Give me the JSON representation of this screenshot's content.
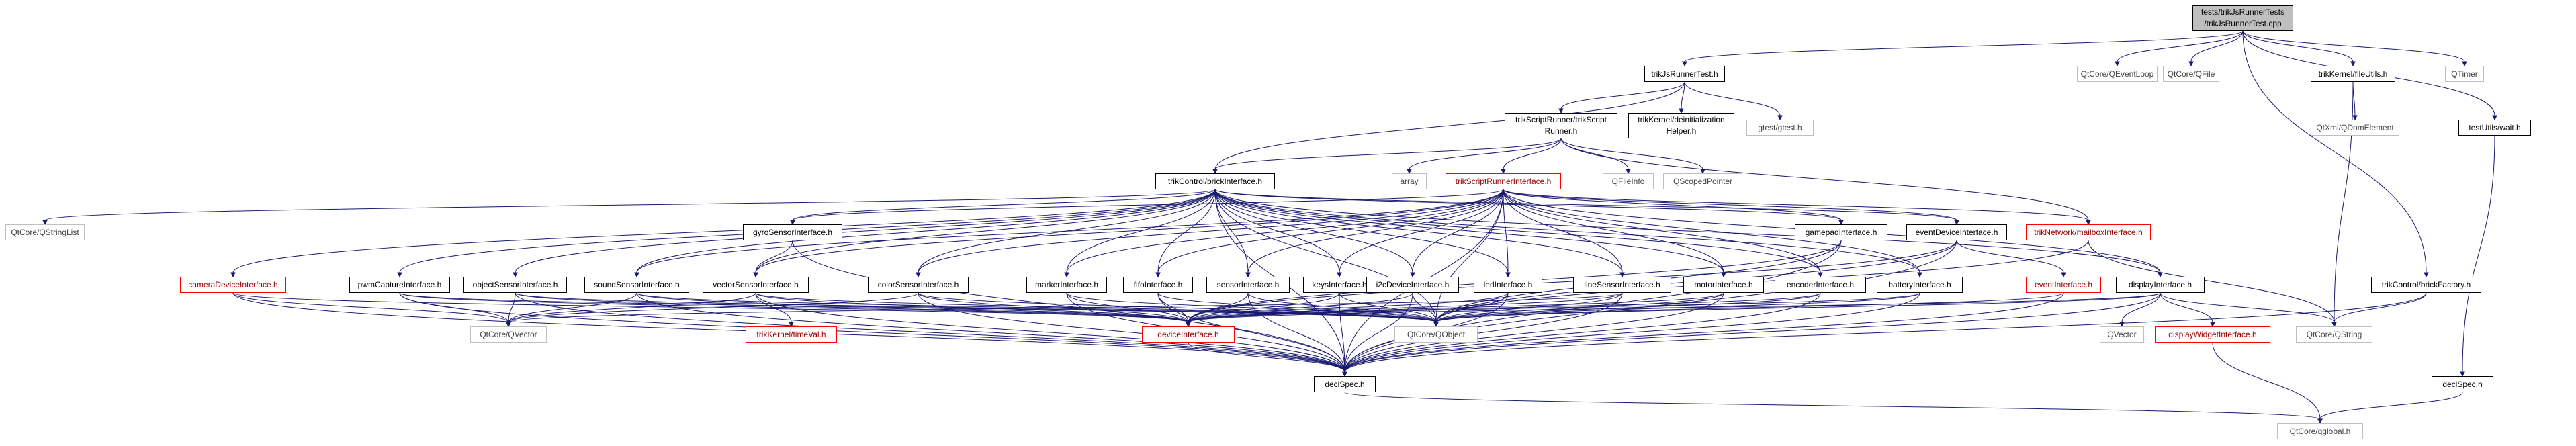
{
  "colors": {
    "edge": "#191970",
    "root_fill": "#bfbfbf",
    "internal_border": "#000000",
    "external_border": "#bfbfbf",
    "missing_border": "#ff0000"
  },
  "nodes": {
    "root": "tests/trikJsRunnerTests\n/trikJsRunnerTest.cpp",
    "trikJsRunnerTest": "trikJsRunnerTest.h",
    "qEventLoop": "QtCore/QEventLoop",
    "qFile": "QtCore/QFile",
    "fileUtils": "trikKernel/fileUtils.h",
    "qTimer": "QTimer",
    "scriptRunner": "trikScriptRunner/trikScript\nRunner.h",
    "deinitHelper": "trikKernel/deinitialization\nHelper.h",
    "gtest": "gtest/gtest.h",
    "qDomElement": "QtXml/QDomElement",
    "testUtilsWait": "testUtils/wait.h",
    "brickInterface": "trikControl/brickInterface.h",
    "array": "array",
    "scriptRunnerInterface": "trikScriptRunnerInterface.h",
    "qFileInfo": "QFileInfo",
    "qScopedPointer": "QScopedPointer",
    "qStringList": "QtCore/QStringList",
    "gyroSensor": "gyroSensorInterface.h",
    "gamepad": "gamepadInterface.h",
    "eventDevice": "eventDeviceInterface.h",
    "mailbox": "trikNetwork/mailboxInterface.h",
    "cameraDevice": "cameraDeviceInterface.h",
    "pwmCapture": "pwmCaptureInterface.h",
    "objectSensor": "objectSensorInterface.h",
    "soundSensor": "soundSensorInterface.h",
    "vectorSensor": "vectorSensorInterface.h",
    "colorSensor": "colorSensorInterface.h",
    "marker": "markerInterface.h",
    "fifo": "fifoInterface.h",
    "sensor": "sensorInterface.h",
    "keys": "keysInterface.h",
    "i2cDevice": "i2cDeviceInterface.h",
    "led": "ledInterface.h",
    "lineSensor": "lineSensorInterface.h",
    "motor": "motorInterface.h",
    "encoder": "encoderInterface.h",
    "battery": "batteryInterface.h",
    "event": "eventInterface.h",
    "display": "displayInterface.h",
    "brickFactory": "trikControl/brickFactory.h",
    "qVectorCore": "QtCore/QVector",
    "timeVal": "trikKernel/timeVal.h",
    "deviceInterface": "deviceInterface.h",
    "qObject": "QtCore/QObject",
    "qVector": "QVector",
    "displayWidget": "displayWidgetInterface.h",
    "qString": "QtCore/QString",
    "declSpecTest": "declSpec.h",
    "declSpec": "declSpec.h",
    "qGlobal": "QtCore/qglobal.h"
  }
}
